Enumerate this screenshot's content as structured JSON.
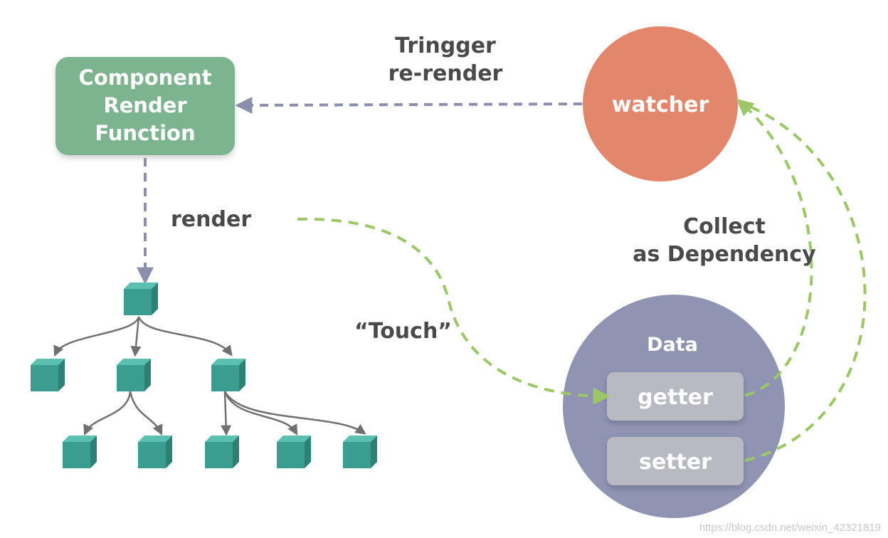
{
  "component": {
    "lines": [
      "Component",
      "Render",
      "Function"
    ]
  },
  "watcher": {
    "label": "watcher"
  },
  "trigger": {
    "lines": [
      "Tringger",
      "re-render"
    ]
  },
  "render_label": "render",
  "touch_label": "“Touch”",
  "collect": {
    "lines": [
      "Collect",
      "as Dependency"
    ]
  },
  "data_box": {
    "title": "Data",
    "getter": "getter",
    "setter": "setter"
  },
  "watermark": "https://blog.csdn.net/weixin_42321819",
  "colors": {
    "component": "#7bb48f",
    "watcher": "#e2876c",
    "data": "#8f94b3",
    "accessor": "#b9bac1",
    "dependency_arrow": "#9cc767",
    "render_arrow": "#8b8fac",
    "cube": "#3a9d8f",
    "tree_edge": "#707070"
  },
  "icons": [
    "cube-icon"
  ]
}
